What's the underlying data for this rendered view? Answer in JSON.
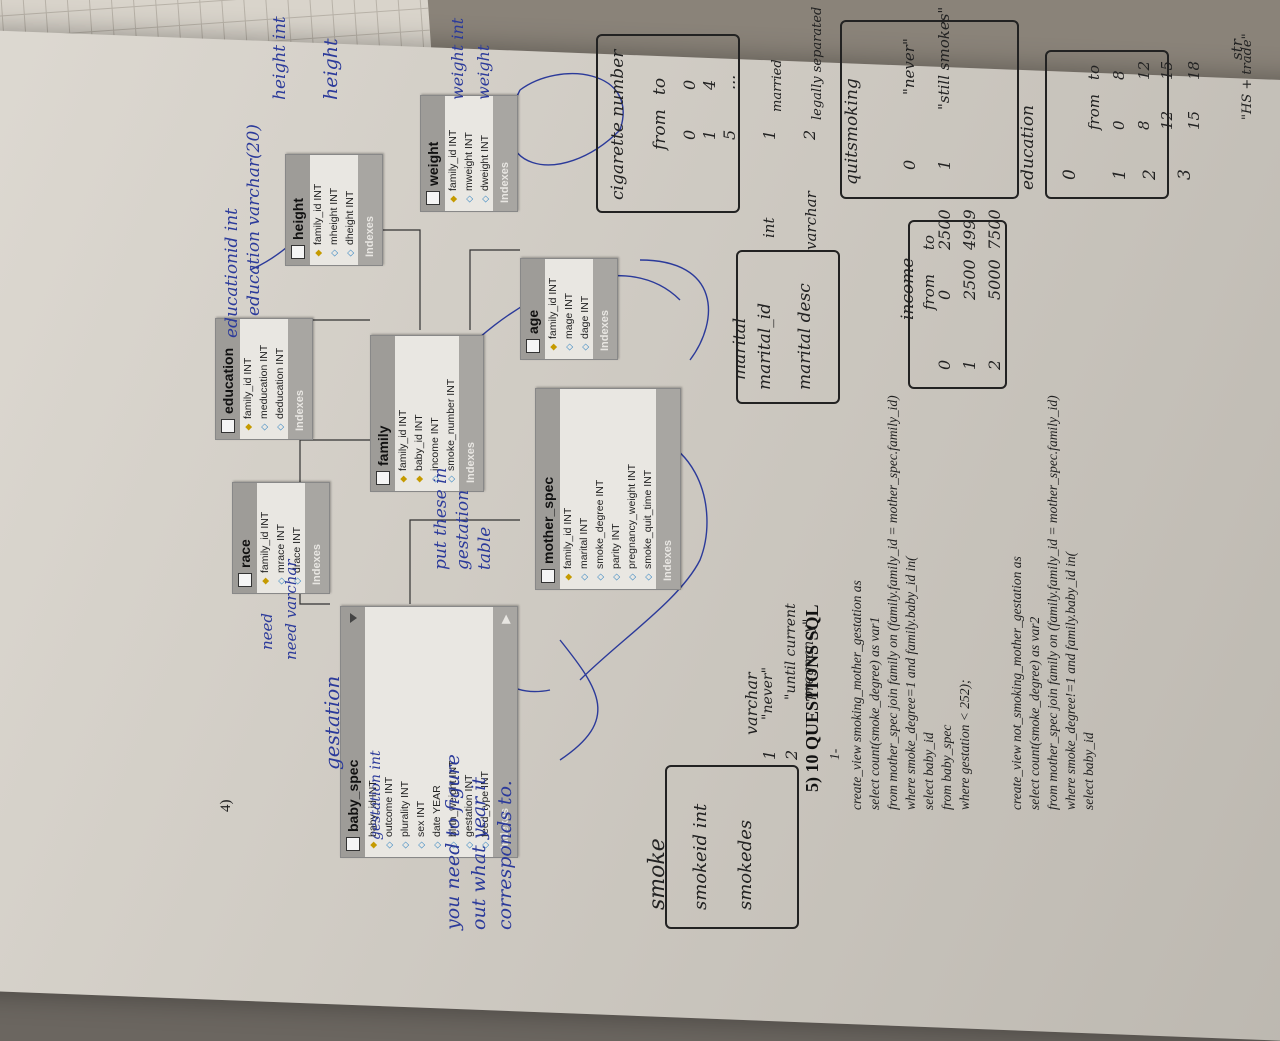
{
  "document": {
    "question_number": "4)",
    "section_title": "5) 10 QUESTIONS SQL",
    "sub_number": "1-",
    "sql_block_1": [
      "create_view smoking_mother_gestation as",
      "select count(smoke_degree) as var1",
      "from mother_spec join family on (family.family_id = mother_spec.family_id)",
      "where smoke_degree=1 and family.baby_id in(",
      "select baby_id",
      "from baby_spec",
      "where gestation < 252);"
    ],
    "sql_block_2": [
      "create_view not_smoking_mother_gestation as",
      "select count(smoke_degree) as var2",
      "from mother_spec join family on (family.family_id = mother_spec.family_id)",
      "where smoke_degree!=1 and family.baby_id in(",
      "select baby_id"
    ]
  },
  "er_tables": {
    "baby_spec": {
      "name": "baby_spec",
      "columns": [
        "baby_id INT",
        "outcome INT",
        "plurality INT",
        "sex INT",
        "date YEAR",
        "birth_weight INT",
        "gestation INT",
        "feed_type INT"
      ],
      "footer": "Indexes"
    },
    "race": {
      "name": "race",
      "columns": [
        "family_id INT",
        "mrace INT",
        "drace INT"
      ],
      "footer": "Indexes"
    },
    "education": {
      "name": "education",
      "columns": [
        "family_id INT",
        "meducation INT",
        "deducation INT"
      ],
      "footer": "Indexes"
    },
    "family": {
      "name": "family",
      "columns": [
        "family_id INT",
        "baby_id INT",
        "income INT",
        "smoke_number INT"
      ],
      "footer": "Indexes"
    },
    "mother_spec": {
      "name": "mother_spec",
      "columns": [
        "family_id INT",
        "marital INT",
        "smoke_degree INT",
        "parity INT",
        "pregnancy_weight INT",
        "smoke_quit_time INT"
      ],
      "footer": "Indexes"
    },
    "age": {
      "name": "age",
      "columns": [
        "family_id INT",
        "mage INT",
        "dage INT"
      ],
      "footer": "Indexes"
    },
    "height": {
      "name": "height",
      "columns": [
        "family_id INT",
        "mheight INT",
        "dheight INT"
      ],
      "footer": "Indexes"
    },
    "weight": {
      "name": "weight",
      "columns": [
        "family_id INT",
        "mweight INT",
        "dweight INT"
      ],
      "footer": "Indexes"
    }
  },
  "handwriting": {
    "gestation": "gestation",
    "gestation_int": "gestation int",
    "you_need": "you need to figure out what year it corresponds to.",
    "smoke_title": "smoke",
    "smoke_fields": [
      "smokeid int",
      "smokedes"
    ],
    "varchar": "varchar",
    "never": "\"never\"",
    "until": "\"until current pregnancy\"",
    "race_need": "need",
    "race_need_varchar": "need varchar",
    "put_these": "put these in gestation table",
    "education_id": "educationid int",
    "education_varchar": "education varchar(20)",
    "marital_title": "marital",
    "marital_fields": [
      "marital_id",
      "marital desc"
    ],
    "marital_types": [
      "int",
      "varchar"
    ],
    "married": "married",
    "legally_separated": "legally separated",
    "one": "1",
    "two": "2",
    "income_title": "income",
    "income_header": [
      "from",
      "to"
    ],
    "income_rows": [
      [
        "0",
        "0",
        "2500"
      ],
      [
        "1",
        "2500",
        "4999"
      ],
      [
        "2",
        "5000",
        "7500"
      ]
    ],
    "cigarette": "cigarette number",
    "cig_header": [
      "from",
      "to"
    ],
    "cig_rows": [
      [
        "0",
        "0"
      ],
      [
        "1",
        "4"
      ],
      [
        "5",
        "..."
      ]
    ],
    "quit_smoking": "quitsmoking",
    "quit_rows": [
      "\"never\"",
      "\"still smokes\""
    ],
    "quit_ids": [
      "0",
      "1"
    ],
    "education_title": "education",
    "edu_rows": [
      [
        "0",
        "0",
        "8"
      ],
      [
        "1",
        "8",
        "12"
      ],
      [
        "2",
        "12",
        "15"
      ],
      [
        "3",
        "15",
        "18"
      ]
    ],
    "edu_header": [
      "from",
      "to",
      "str"
    ],
    "hs": "\"HS + trade\"",
    "height_int": "height int",
    "height": "height",
    "weight_int": "weight int",
    "weight": "weight"
  }
}
